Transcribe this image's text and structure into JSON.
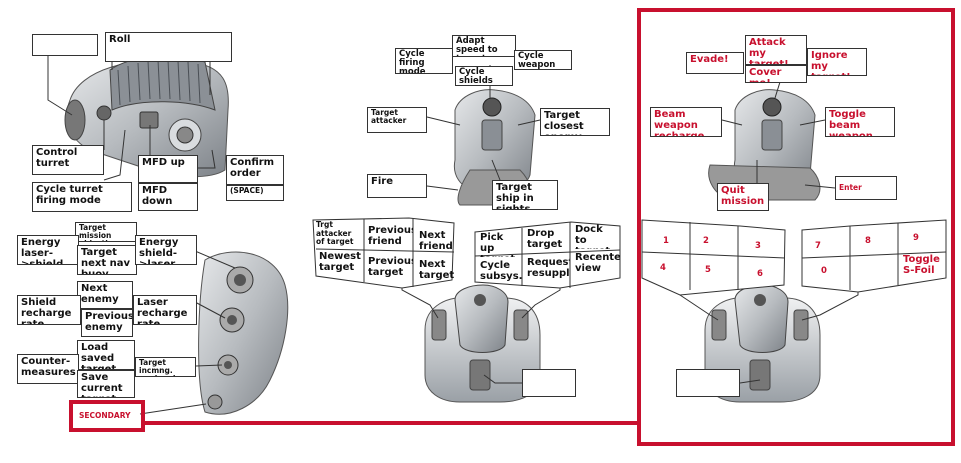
{
  "colors": {
    "accent_red": "#c8102e",
    "outline": "#333333",
    "device_fill": "#bfc3c7",
    "device_dark": "#5b6066"
  },
  "throttle_top": {
    "roll": "Roll",
    "control_turret": "Control turret",
    "cycle_turret_firing_mode": "Cycle turret firing mode",
    "mfd_up": "MFD  up",
    "mfd_down": "MFD down",
    "confirm_order": "Confirm order",
    "space": "(SPACE)"
  },
  "throttle_base": {
    "target_mission_objective": "Target mission objective",
    "energy_laser_shield": "Energy laser->shield",
    "target_next_nav_buoy": "Target next nav buoy",
    "energy_shield_laser": "Energy shield->laser",
    "next_enemy": "Next enemy",
    "shield_recharge_rate": "Shield recharge rate",
    "previous_enemy": "Previous enemy",
    "laser_recharge_rate": "Laser recharge rate",
    "load_saved_target": "Load saved target",
    "countermeasures": "Counter-measures",
    "target_incoming_warhead": "Target incmng. warhead",
    "save_current_target": "Save current target",
    "secondary": "SECONDARY"
  },
  "stick_primary": {
    "adapt_speed": "Adapt speed to target",
    "cycle_firing_mode": "Cycle firing mode",
    "cycle_weapon": "Cycle weapon",
    "cycle_shields": "Cycle shields",
    "target_attacker": "Target attacker",
    "target_closest": "Target closest enemy fighter",
    "fire": "Fire",
    "target_ship_in_sights": "Target ship in sights"
  },
  "base_primary_left": {
    "cells": [
      "Trgt attacker of target",
      "Previous friend",
      "Next friend",
      "Newest target",
      "Previous target",
      "Next target"
    ]
  },
  "base_primary_right": {
    "cells": [
      "Pick up target",
      "Drop target",
      "Dock to target",
      "Cycle subsys.",
      "Request resupply",
      "Recenter view"
    ]
  },
  "stick_secondary": {
    "attack_my_target": "Attack my target!",
    "evade": "Evade!",
    "ignore_my_target": "Ignore my target!",
    "cover_me": "Cover me!",
    "beam_weapon_recharge_rate": "Beam weapon recharge rate",
    "toggle_beam_weapon": "Toggle beam weapon",
    "quit_mission": "Quit mission",
    "enter": "Enter"
  },
  "base_secondary_left": {
    "cells": [
      "1",
      "2",
      "3",
      "4",
      "5",
      "6"
    ]
  },
  "base_secondary_right": {
    "cells": [
      "7",
      "8",
      "9",
      "0",
      "",
      "Toggle S-Foil"
    ]
  }
}
